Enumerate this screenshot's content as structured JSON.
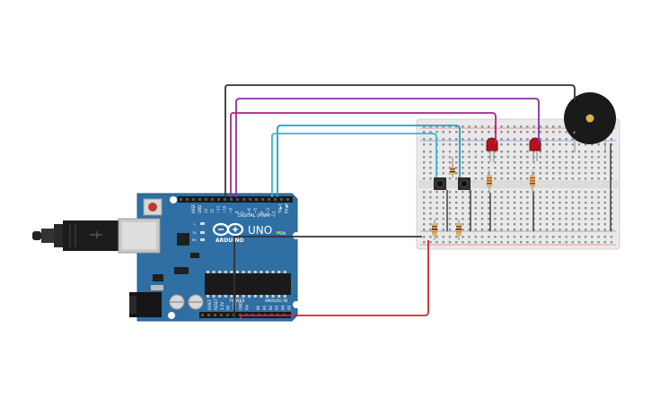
{
  "board": {
    "brand": "ARDUINO",
    "model": "UNO",
    "digital_header_label": "DIGITAL (PWM~)",
    "power_header_label": "POWER",
    "analog_header_label": "ANALOG IN",
    "on_label": "ON",
    "led_l_label": "L",
    "tx_label": "TX",
    "rx_label": "RX",
    "digital_pins": [
      "AREF",
      "GND",
      "13",
      "12",
      "~11",
      "~10",
      "~9",
      "8",
      "7",
      "~6",
      "~5",
      "4",
      "~3",
      "2",
      "TX▶1",
      "RX◀0"
    ],
    "power_pins": [
      "IOREF",
      "RESET",
      "3.3V",
      "5V",
      "GND",
      "GND",
      "Vin"
    ],
    "analog_pins": [
      "A0",
      "A1",
      "A2",
      "A3",
      "A4",
      "A5"
    ]
  },
  "colors": {
    "board": "#2f6fa3",
    "wire_black": "#333333",
    "wire_purple": "#8a2ea8",
    "wire_magenta": "#b0237e",
    "wire_cyan": "#22a0c4",
    "wire_teal": "#3bb7c7",
    "wire_red": "#d0262c",
    "led": "#b5121b",
    "buzzer": "#1a1a1a"
  }
}
